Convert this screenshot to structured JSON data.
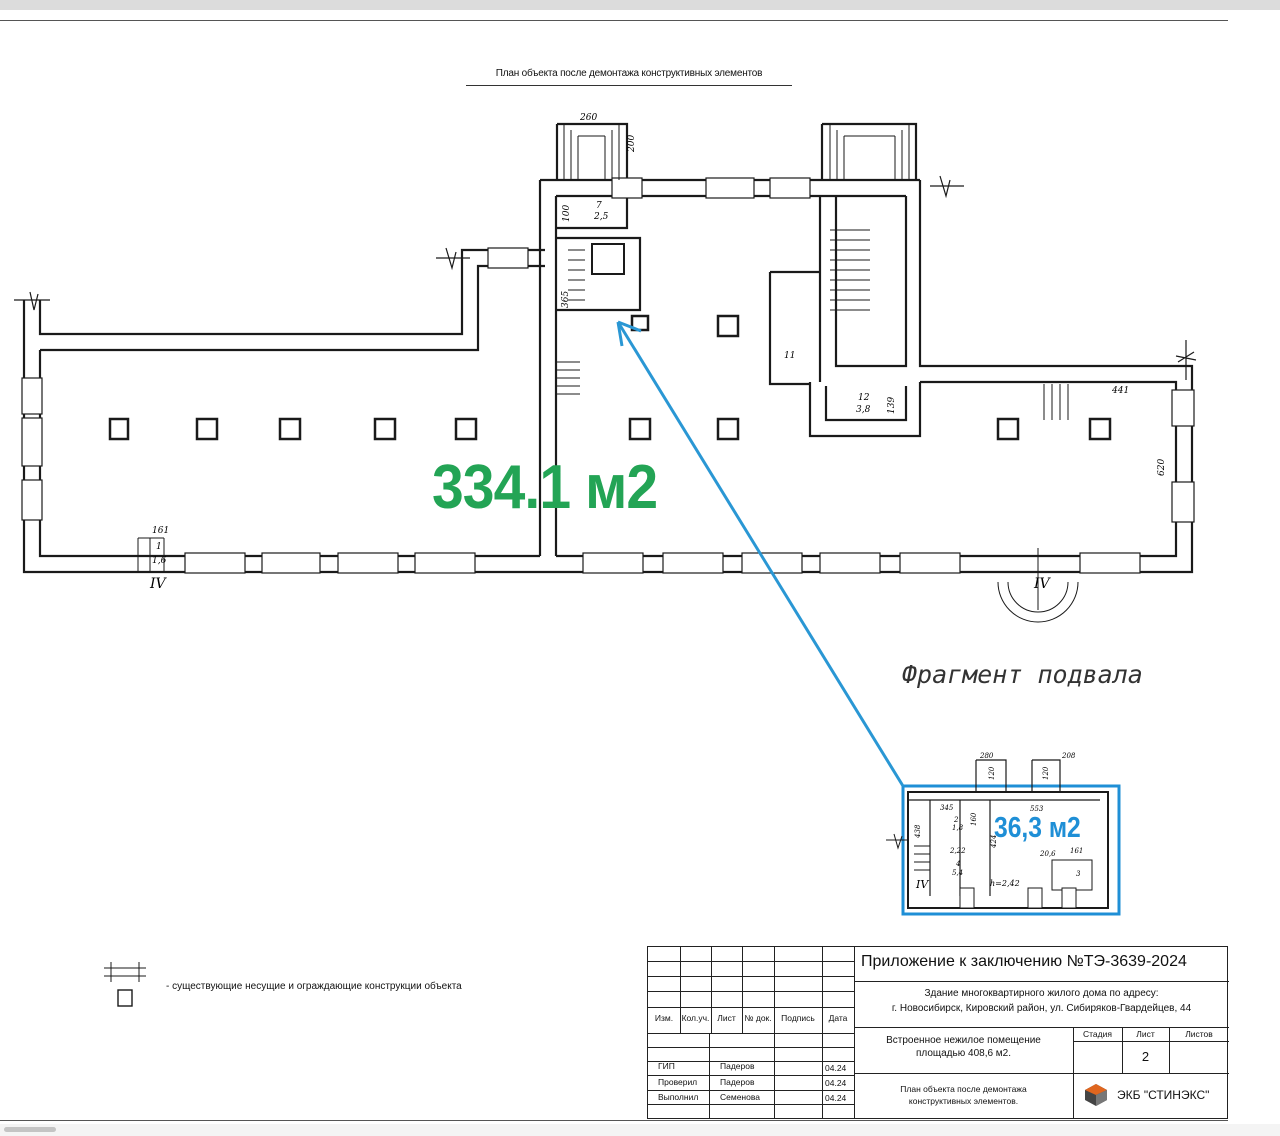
{
  "sheet": {
    "title": "План объекта после демонтажа конструктивных элементов"
  },
  "plan": {
    "dimensions": {
      "d260": "260",
      "d200": "200",
      "d100": "100",
      "d365": "365",
      "d441": "441",
      "d620": "620",
      "d161": "161",
      "d139": "139"
    },
    "rooms": {
      "r7": "7",
      "r7_area": "2,5",
      "r11": "11",
      "r12": "12",
      "r12_area": "3,8",
      "r1": "1",
      "r1_area": "1,6"
    },
    "axis_left": "IV",
    "axis_right": "IV",
    "main_area_label": "334.1 м2"
  },
  "fragment": {
    "title": "Фрагмент подвала",
    "area_label": "36,3 м2",
    "dims": {
      "a": "280",
      "b": "208",
      "c": "120",
      "d": "120",
      "e": "345",
      "f": "553",
      "g": "438",
      "h": "160",
      "i": "424",
      "j": "161"
    },
    "labels": {
      "axis": "IV",
      "height": "h=2,42",
      "small1": "1,8",
      "small2": "2,22",
      "small3": "5,4",
      "small4": "20,6",
      "n2": "2",
      "n3": "3",
      "n4": "4"
    }
  },
  "legend": {
    "text": "- существующие несущие и ограждающие конструкции объекта"
  },
  "stamp": {
    "appendix": "Приложение к заключению №ТЭ-3639-2024",
    "address_line1": "Здание многоквартирного жилого дома по адресу:",
    "address_line2": "г. Новосибирск, Кировский район, ул. Сибиряков-Гвардейцев, 44",
    "headers": {
      "izm": "Изм.",
      "kol": "Кол.уч.",
      "list": "Лист",
      "ndok": "№ док.",
      "podp": "Подпись",
      "data": "Дата"
    },
    "object_line1": "Встроенное нежилое помещение",
    "object_line2": "площадью 408,6 м2.",
    "stage_header": "Стадия",
    "sheet_header": "Лист",
    "sheets_header": "Листов",
    "sheet_value": "2",
    "rows": [
      {
        "role": "ГИП",
        "name": "Падеров",
        "date": "04.24"
      },
      {
        "role": "Проверил",
        "name": "Падеров",
        "date": "04.24"
      },
      {
        "role": "Выполнил",
        "name": "Семенова",
        "date": "04.24"
      }
    ],
    "drawing_title_line1": "План объекта после демонтажа",
    "drawing_title_line2": "конструктивных элементов.",
    "company": "ЭКБ \"СТИНЭКС\""
  },
  "colors": {
    "main_area": "#23a455",
    "fragment_area": "#1f8fd6",
    "arrow": "#2a97d4",
    "walls": "#1a1a1a"
  }
}
